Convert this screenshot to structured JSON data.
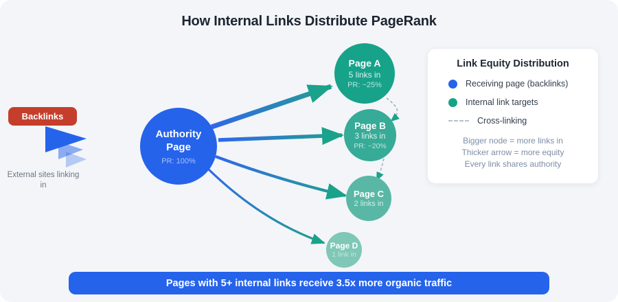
{
  "title": "How Internal Links Distribute PageRank",
  "backlinks": {
    "label": "Backlinks",
    "caption": "External sites linking in"
  },
  "authority": {
    "name": "Authority Page",
    "pr": "PR: 100%"
  },
  "pages": [
    {
      "name": "Page A",
      "links": "5 links in",
      "pr": "PR: ~25%"
    },
    {
      "name": "Page B",
      "links": "3 links in",
      "pr": "PR: ~20%"
    },
    {
      "name": "Page C",
      "links": "2 links in"
    },
    {
      "name": "Page D",
      "links": "1 link in"
    }
  ],
  "legend": {
    "title": "Link Equity Distribution",
    "items": [
      {
        "label": "Receiving page (backlinks)",
        "color": "#2563eb"
      },
      {
        "label": "Internal link targets",
        "color": "#17a286"
      },
      {
        "label": "Cross-linking",
        "style": "dashed-gray"
      }
    ],
    "notes": [
      "Bigger node = more links in",
      "Thicker arrow = more equity",
      "Every link shares authority"
    ]
  },
  "banner": {
    "text": "Pages with 5+ internal links receive 3.5x more organic traffic"
  },
  "colors": {
    "background": "#f3f5f8",
    "authority_blue": "#2563eb",
    "page_a_teal": "#17a28a",
    "page_b_teal": "#36ab97",
    "page_c_teal": "#59b8a5",
    "page_d_teal": "#7fc7b6",
    "backlinks_red": "#c53e2c",
    "banner_blue": "#2563eb",
    "arrow_gradient_start": "#2f68ea",
    "arrow_gradient_end": "#23a18c",
    "crosslink_gray": "#9fb0c4",
    "arrowhead_teal": "#1aa28b"
  }
}
